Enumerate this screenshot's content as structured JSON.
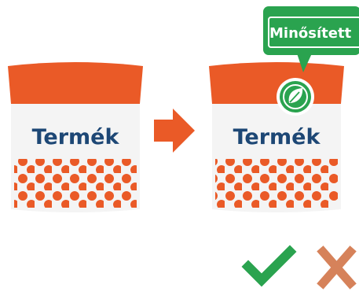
{
  "colors": {
    "package_orange": "#ea5a27",
    "package_body": "#f4f4f4",
    "label_navy": "#1d4775",
    "arrow_orange": "#ea5a27",
    "badge_green": "#2aa34f",
    "badge_text": "#ffffff",
    "check_green": "#2aa34f",
    "cross_tan": "#d6825a"
  },
  "left_package": {
    "label": "Termék"
  },
  "right_package": {
    "label": "Termék",
    "seal_icon": "leaf-icon"
  },
  "badge": {
    "label": "Minősített"
  },
  "arrow_icon": "arrow-right-icon",
  "legend": {
    "yes_icon": "checkmark-icon",
    "no_icon": "cross-icon"
  }
}
